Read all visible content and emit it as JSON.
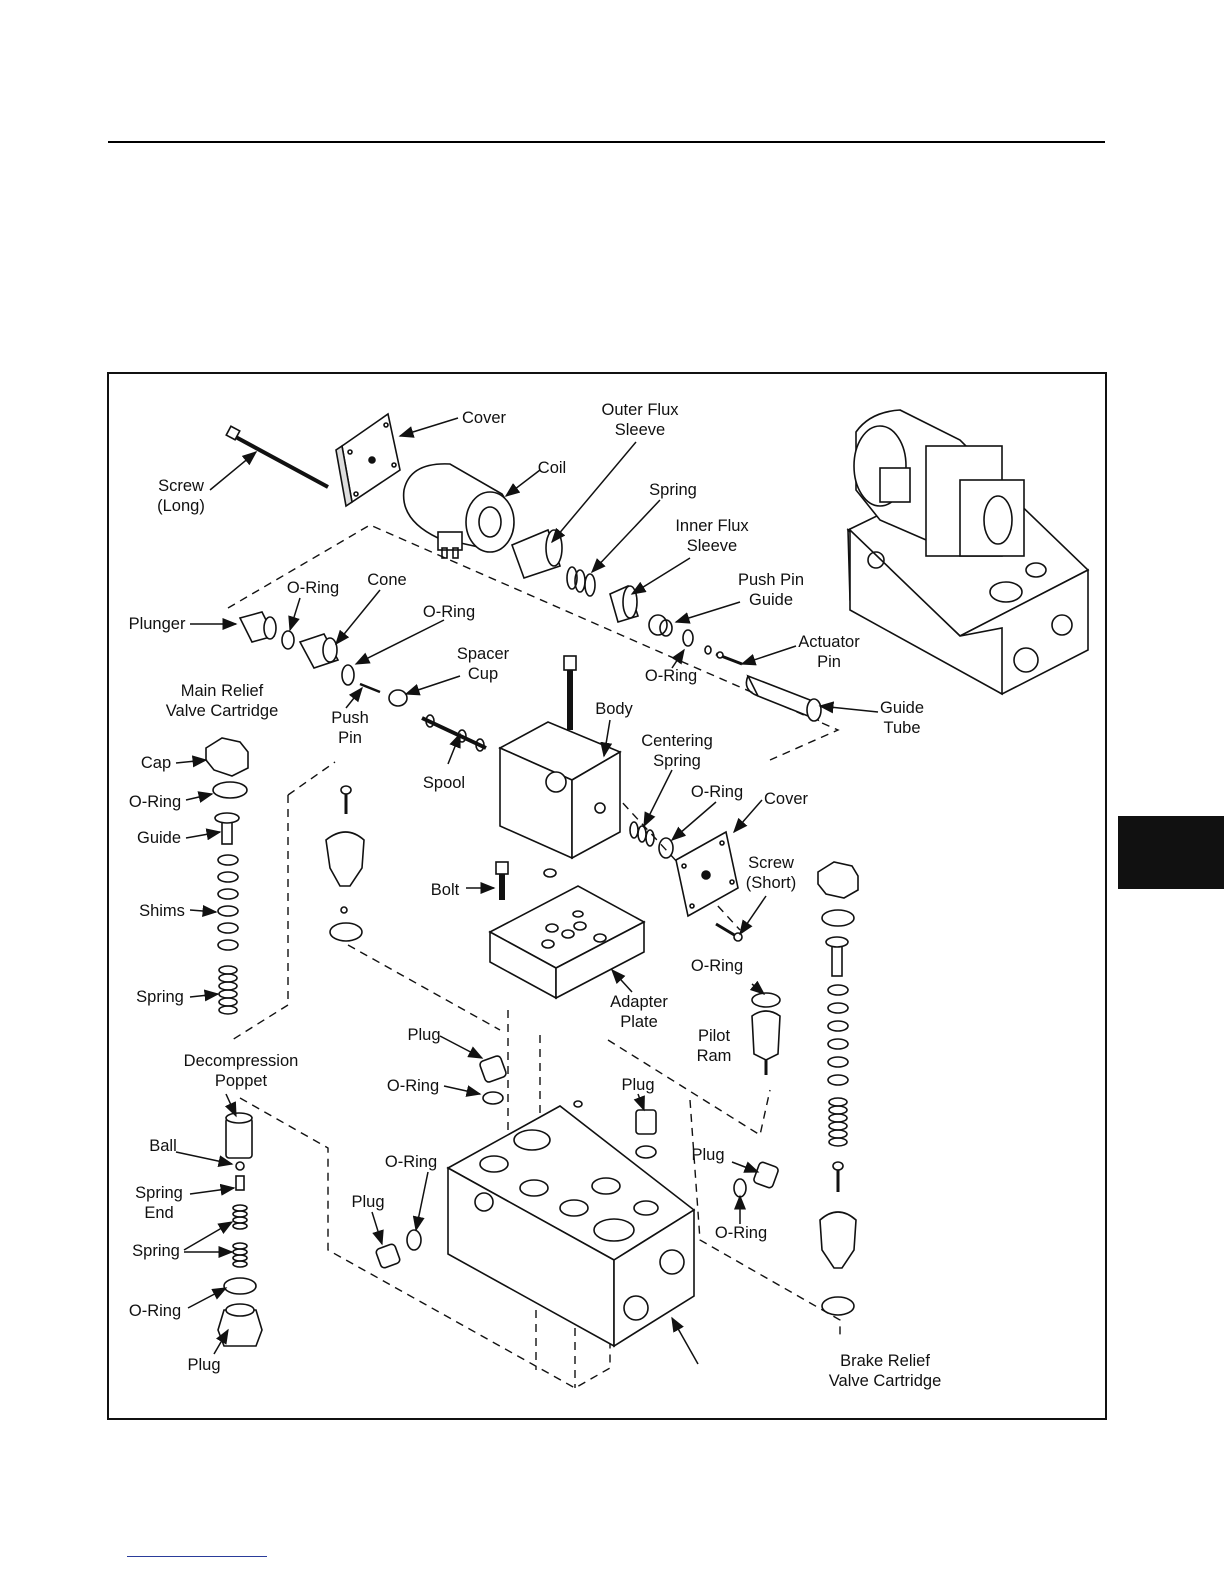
{
  "labels": {
    "screw_long": [
      "Screw",
      "(Long)"
    ],
    "cover_top": "Cover",
    "outer_flux_sleeve": [
      "Outer Flux",
      "Sleeve"
    ],
    "coil": "Coil",
    "spring_top": "Spring",
    "inner_flux_sleeve": [
      "Inner Flux",
      "Sleeve"
    ],
    "push_pin_guide": [
      "Push Pin",
      "Guide"
    ],
    "actuator_pin": [
      "Actuator",
      "Pin"
    ],
    "oring_a": "O-Ring",
    "cone": "Cone",
    "oring_b": "O-Ring",
    "plunger": "Plunger",
    "spacer_cup": [
      "Spacer",
      "Cup"
    ],
    "oring_c": "O-Ring",
    "guide_tube": [
      "Guide",
      "Tube"
    ],
    "main_relief": [
      "Main Relief",
      "Valve Cartridge"
    ],
    "push_pin": [
      "Push",
      "Pin"
    ],
    "body": "Body",
    "centering_spring": [
      "Centering",
      "Spring"
    ],
    "cap": "Cap",
    "oring_d": "O-Ring",
    "spool": "Spool",
    "oring_e": "O-Ring",
    "cover_right": "Cover",
    "guide": "Guide",
    "screw_short": [
      "Screw",
      "(Short)"
    ],
    "bolt": "Bolt",
    "shims": "Shims",
    "oring_f": "O-Ring",
    "spring_left": "Spring",
    "adapter_plate": [
      "Adapter",
      "Plate"
    ],
    "pilot_ram": [
      "Pilot",
      "Ram"
    ],
    "plug_a": "Plug",
    "decompression_poppet": [
      "Decompression",
      "Poppet"
    ],
    "oring_g": "O-Ring",
    "plug_b": "Plug",
    "ball": "Ball",
    "oring_h": "O-Ring",
    "plug_c": "Plug",
    "spring_end": [
      "Spring",
      "End"
    ],
    "plug_d": "Plug",
    "spring_bottom": "Spring",
    "oring_i": "O-Ring",
    "oring_j": "O-Ring",
    "plug_bottom": "Plug",
    "brake_relief": [
      "Brake Relief",
      "Valve Cartridge"
    ]
  }
}
